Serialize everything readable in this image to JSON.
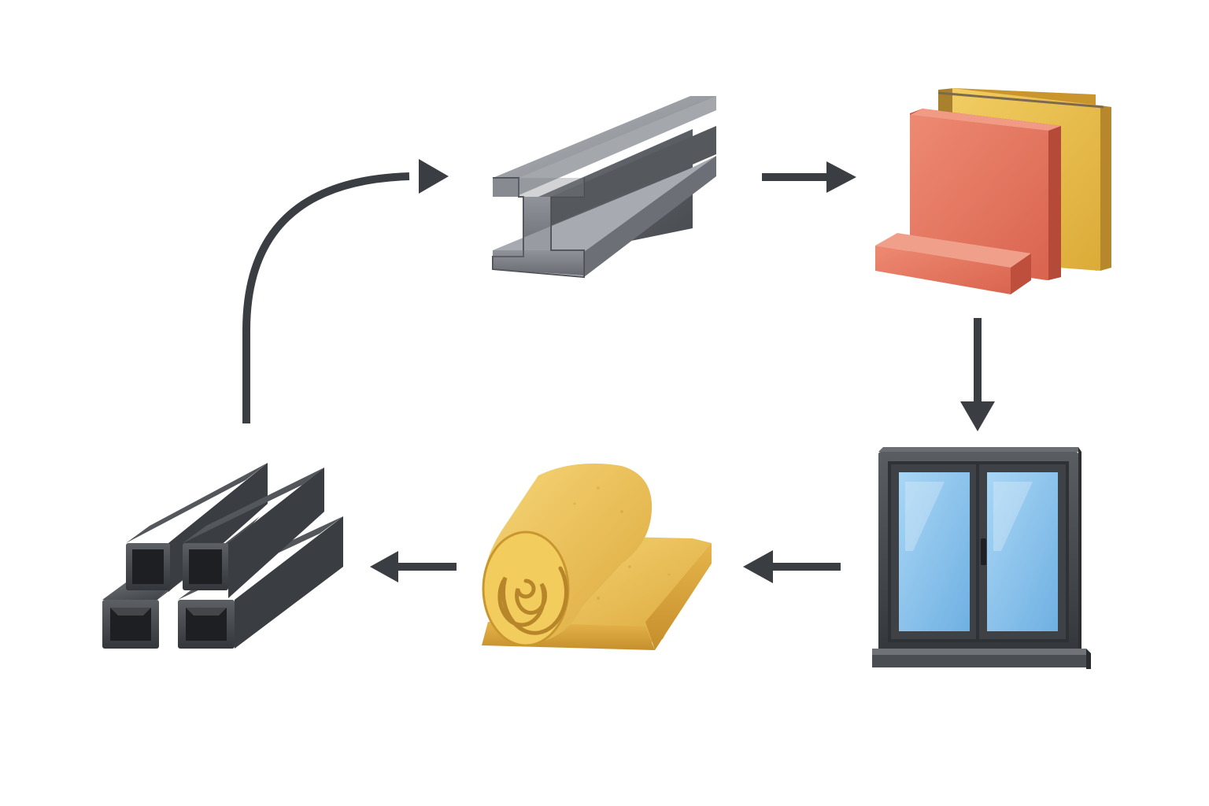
{
  "diagram": {
    "type": "cycle",
    "direction": "clockwise",
    "background_color": "#ffffff",
    "arrow_color": "#3a3d42",
    "nodes": [
      {
        "id": "steel-i-beam",
        "icon": "steel-i-beam-icon",
        "colors": [
          "#8e9298",
          "#5f6368",
          "#42464b"
        ]
      },
      {
        "id": "fiber-cement-panels",
        "icon": "fiber-cement-panels-icon",
        "colors": [
          "#e27561",
          "#e2b84a"
        ]
      },
      {
        "id": "window",
        "icon": "window-icon",
        "colors": [
          "#45484d",
          "#8cc2ea"
        ]
      },
      {
        "id": "insulation-roll",
        "icon": "insulation-roll-icon",
        "colors": [
          "#f0c65a",
          "#d9a53a"
        ]
      },
      {
        "id": "steel-square-tubes",
        "icon": "steel-square-tubes-icon",
        "colors": [
          "#55585d",
          "#303236"
        ]
      }
    ],
    "edges": [
      {
        "from": "steel-i-beam",
        "to": "fiber-cement-panels",
        "shape": "straight-right"
      },
      {
        "from": "fiber-cement-panels",
        "to": "window",
        "shape": "straight-down"
      },
      {
        "from": "window",
        "to": "insulation-roll",
        "shape": "straight-left"
      },
      {
        "from": "insulation-roll",
        "to": "steel-square-tubes",
        "shape": "straight-left"
      },
      {
        "from": "steel-square-tubes",
        "to": "steel-i-beam",
        "shape": "curved-up-right"
      }
    ]
  }
}
